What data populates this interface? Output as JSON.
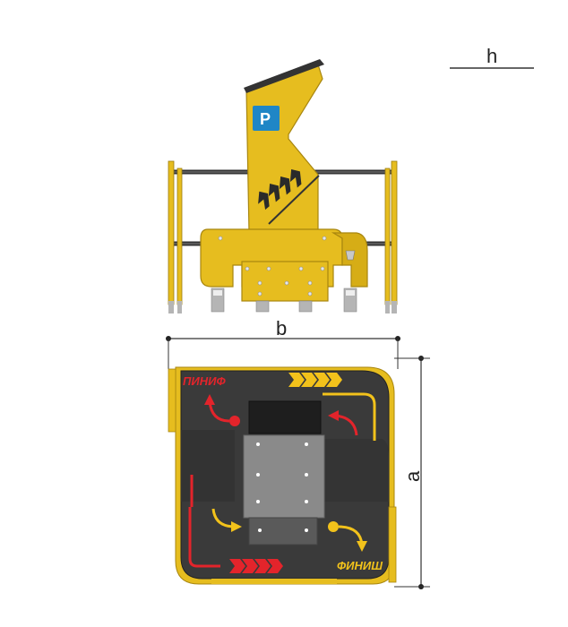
{
  "dimensions": {
    "height_label": "h",
    "width_label": "b",
    "depth_label": "a"
  },
  "sign": {
    "letter": "P"
  },
  "floor": {
    "start_text": "ПИНИФ",
    "finish_text": "ФИНИШ"
  },
  "colors": {
    "yellow": "#e6bd1f",
    "yellow_dark": "#c79f12",
    "panel": "#3a3a3a",
    "panel_dark": "#2a2a2a",
    "sign_blue": "#1f86c6",
    "arrow_red": "#e3242b",
    "arrow_yellow": "#f2c21b",
    "steel": "#b5b5b5"
  },
  "icons": [
    "parking-sign-icon",
    "chevron-arrows-icon",
    "curved-arrow-icon"
  ]
}
